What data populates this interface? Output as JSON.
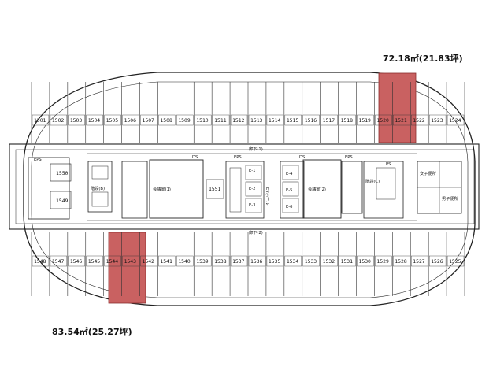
{
  "areas": {
    "top_label": "72.18㎡(21.83坪)",
    "bottom_label": "83.54㎡(25.27坪)",
    "highlight_color": "#c96161"
  },
  "rooms_top": [
    "1501",
    "1502",
    "1503",
    "1504",
    "1505",
    "1506",
    "1507",
    "1508",
    "1509",
    "1510",
    "1511",
    "1512",
    "1513",
    "1514",
    "1515",
    "1516",
    "1517",
    "1518",
    "1519",
    "1520",
    "1521",
    "1522",
    "1523",
    "1524"
  ],
  "rooms_bottom": [
    "1525",
    "1526",
    "1527",
    "1528",
    "1529",
    "1530",
    "1531",
    "1532",
    "1533",
    "1534",
    "1535",
    "1536",
    "1537",
    "1538",
    "1539",
    "1540",
    "1541",
    "1542",
    "1543",
    "1544",
    "1545",
    "1546",
    "1547",
    "1548"
  ],
  "core": {
    "rooms": [
      "1549",
      "1550",
      "1551"
    ],
    "corridor_top": "廊下(1)",
    "corridor_bottom": "廊下(2)",
    "meeting_room_1": "会議室(1)",
    "meeting_room_2": "会議室(2)",
    "ev_hall": "EVホール",
    "shaft_labels": [
      "EPS",
      "DS",
      "EPS",
      "DS",
      "PS",
      "EPS"
    ],
    "stair_labels": [
      "階段(B)",
      "階段(C)"
    ],
    "elevators_left": [
      "E-1",
      "E-2",
      "E-3"
    ],
    "elevators_right": [
      "E-4",
      "E-5",
      "E-6"
    ],
    "toilet_m": "男子便所",
    "toilet_f": "女子便所"
  }
}
